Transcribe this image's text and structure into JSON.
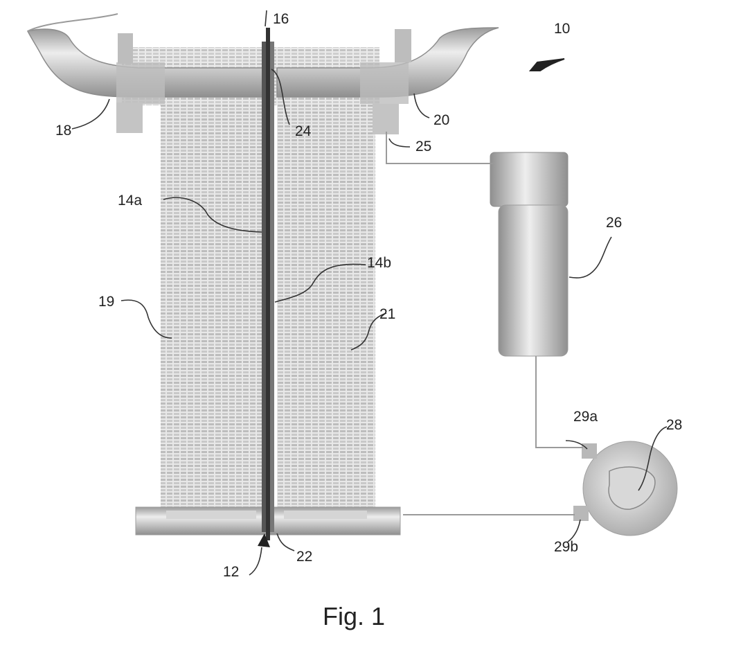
{
  "figure": {
    "caption": "Fig. 1",
    "labels": {
      "l10": "10",
      "l12": "12",
      "l14a": "14a",
      "l14b": "14b",
      "l16": "16",
      "l18": "18",
      "l19": "19",
      "l20": "20",
      "l21": "21",
      "l22": "22",
      "l24": "24",
      "l25": "25",
      "l26": "26",
      "l28": "28",
      "l29a": "29a",
      "l29b": "29b"
    }
  }
}
